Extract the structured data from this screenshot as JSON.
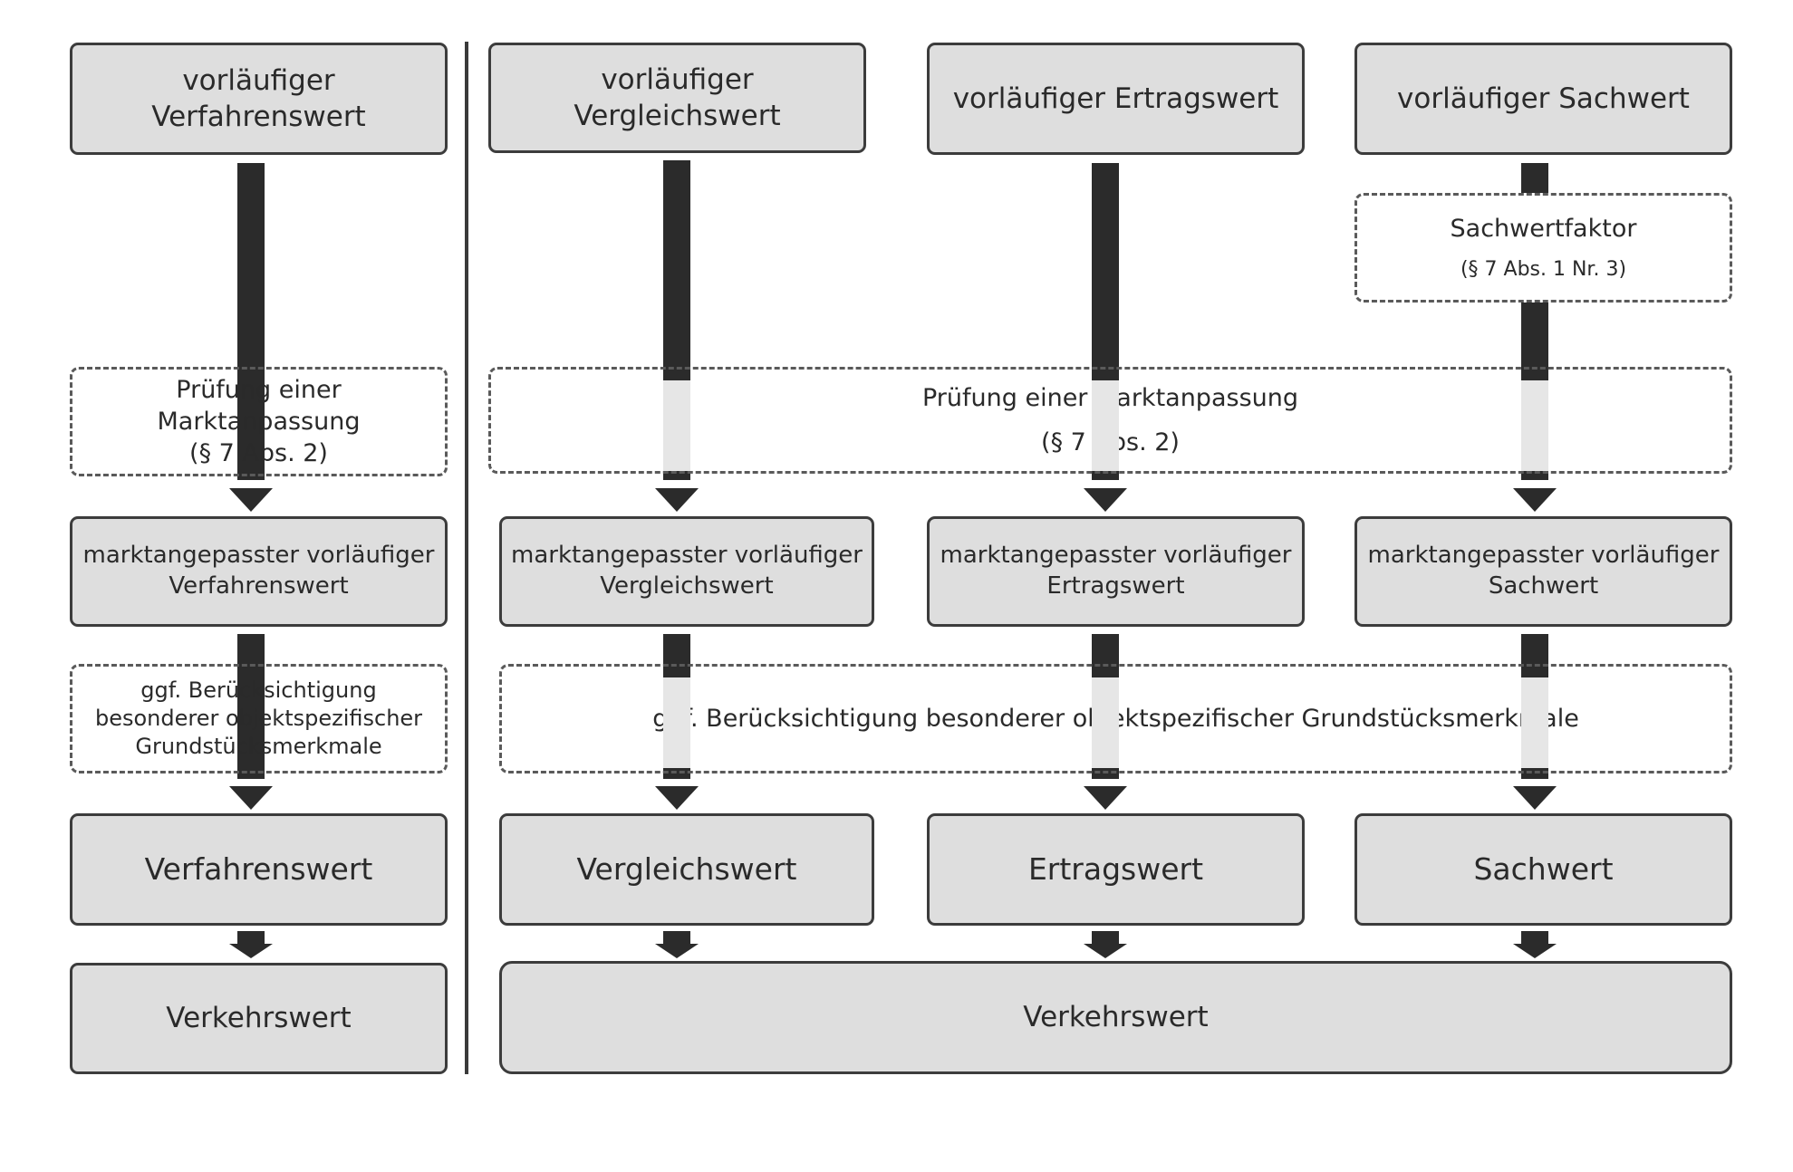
{
  "left": {
    "preliminary": [
      "vorläufiger",
      "Verfahrenswert"
    ],
    "market_check": [
      "Prüfung einer",
      "Marktanpassung",
      "(§ 7 Abs. 2)"
    ],
    "adjusted": [
      "marktangepasster vorläufiger",
      "Verfahrenswert"
    ],
    "special_features": [
      "ggf. Berücksichtigung",
      "besonderer objektspezifischer",
      "Grundstücksmerkmale"
    ],
    "final": "Verfahrenswert",
    "market_value": "Verkehrswert"
  },
  "right": {
    "preliminary": {
      "vergleich": [
        "vorläufiger",
        "Vergleichswert"
      ],
      "ertrag": "vorläufiger Ertragswert",
      "sach": "vorläufiger Sachwert"
    },
    "sachwertfaktor": {
      "label": "Sachwertfaktor",
      "reference": "(§ 7 Abs. 1 Nr. 3)"
    },
    "market_check": {
      "label": "Prüfung einer Marktanpassung",
      "reference": "(§ 7 Abs. 2)"
    },
    "adjusted": {
      "vergleich": [
        "marktangepasster vorläufiger",
        "Vergleichswert"
      ],
      "ertrag": [
        "marktangepasster vorläufiger",
        "Ertragswert"
      ],
      "sach": [
        "marktangepasster vorläufiger",
        "Sachwert"
      ]
    },
    "special_features": "ggf. Berücksichtigung besonderer objektspezifischer Grundstücksmerkmale",
    "final": {
      "vergleich": "Vergleichswert",
      "ertrag": "Ertragswert",
      "sach": "Sachwert"
    },
    "market_value": "Verkehrswert"
  },
  "colors": {
    "box_fill": "#dedede",
    "box_border": "#3c3c3c",
    "arrow": "#2b2b2b",
    "arrow_faded": "#e6e6e6"
  }
}
